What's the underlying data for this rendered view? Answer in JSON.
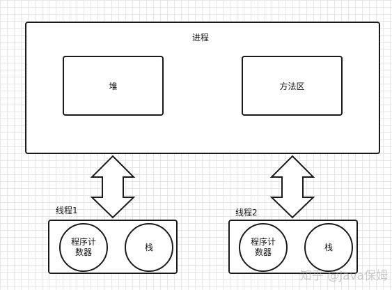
{
  "process": {
    "label": "进程",
    "heap_label": "堆",
    "method_area_label": "方法区"
  },
  "threads": [
    {
      "label": "线程1",
      "pc_label_line1": "程序计",
      "pc_label_line2": "数器",
      "stack_label": "栈"
    },
    {
      "label": "线程2",
      "pc_label_line1": "程序计",
      "pc_label_line2": "数器",
      "stack_label": "栈"
    }
  ],
  "watermark": "知乎 @Java保姆"
}
